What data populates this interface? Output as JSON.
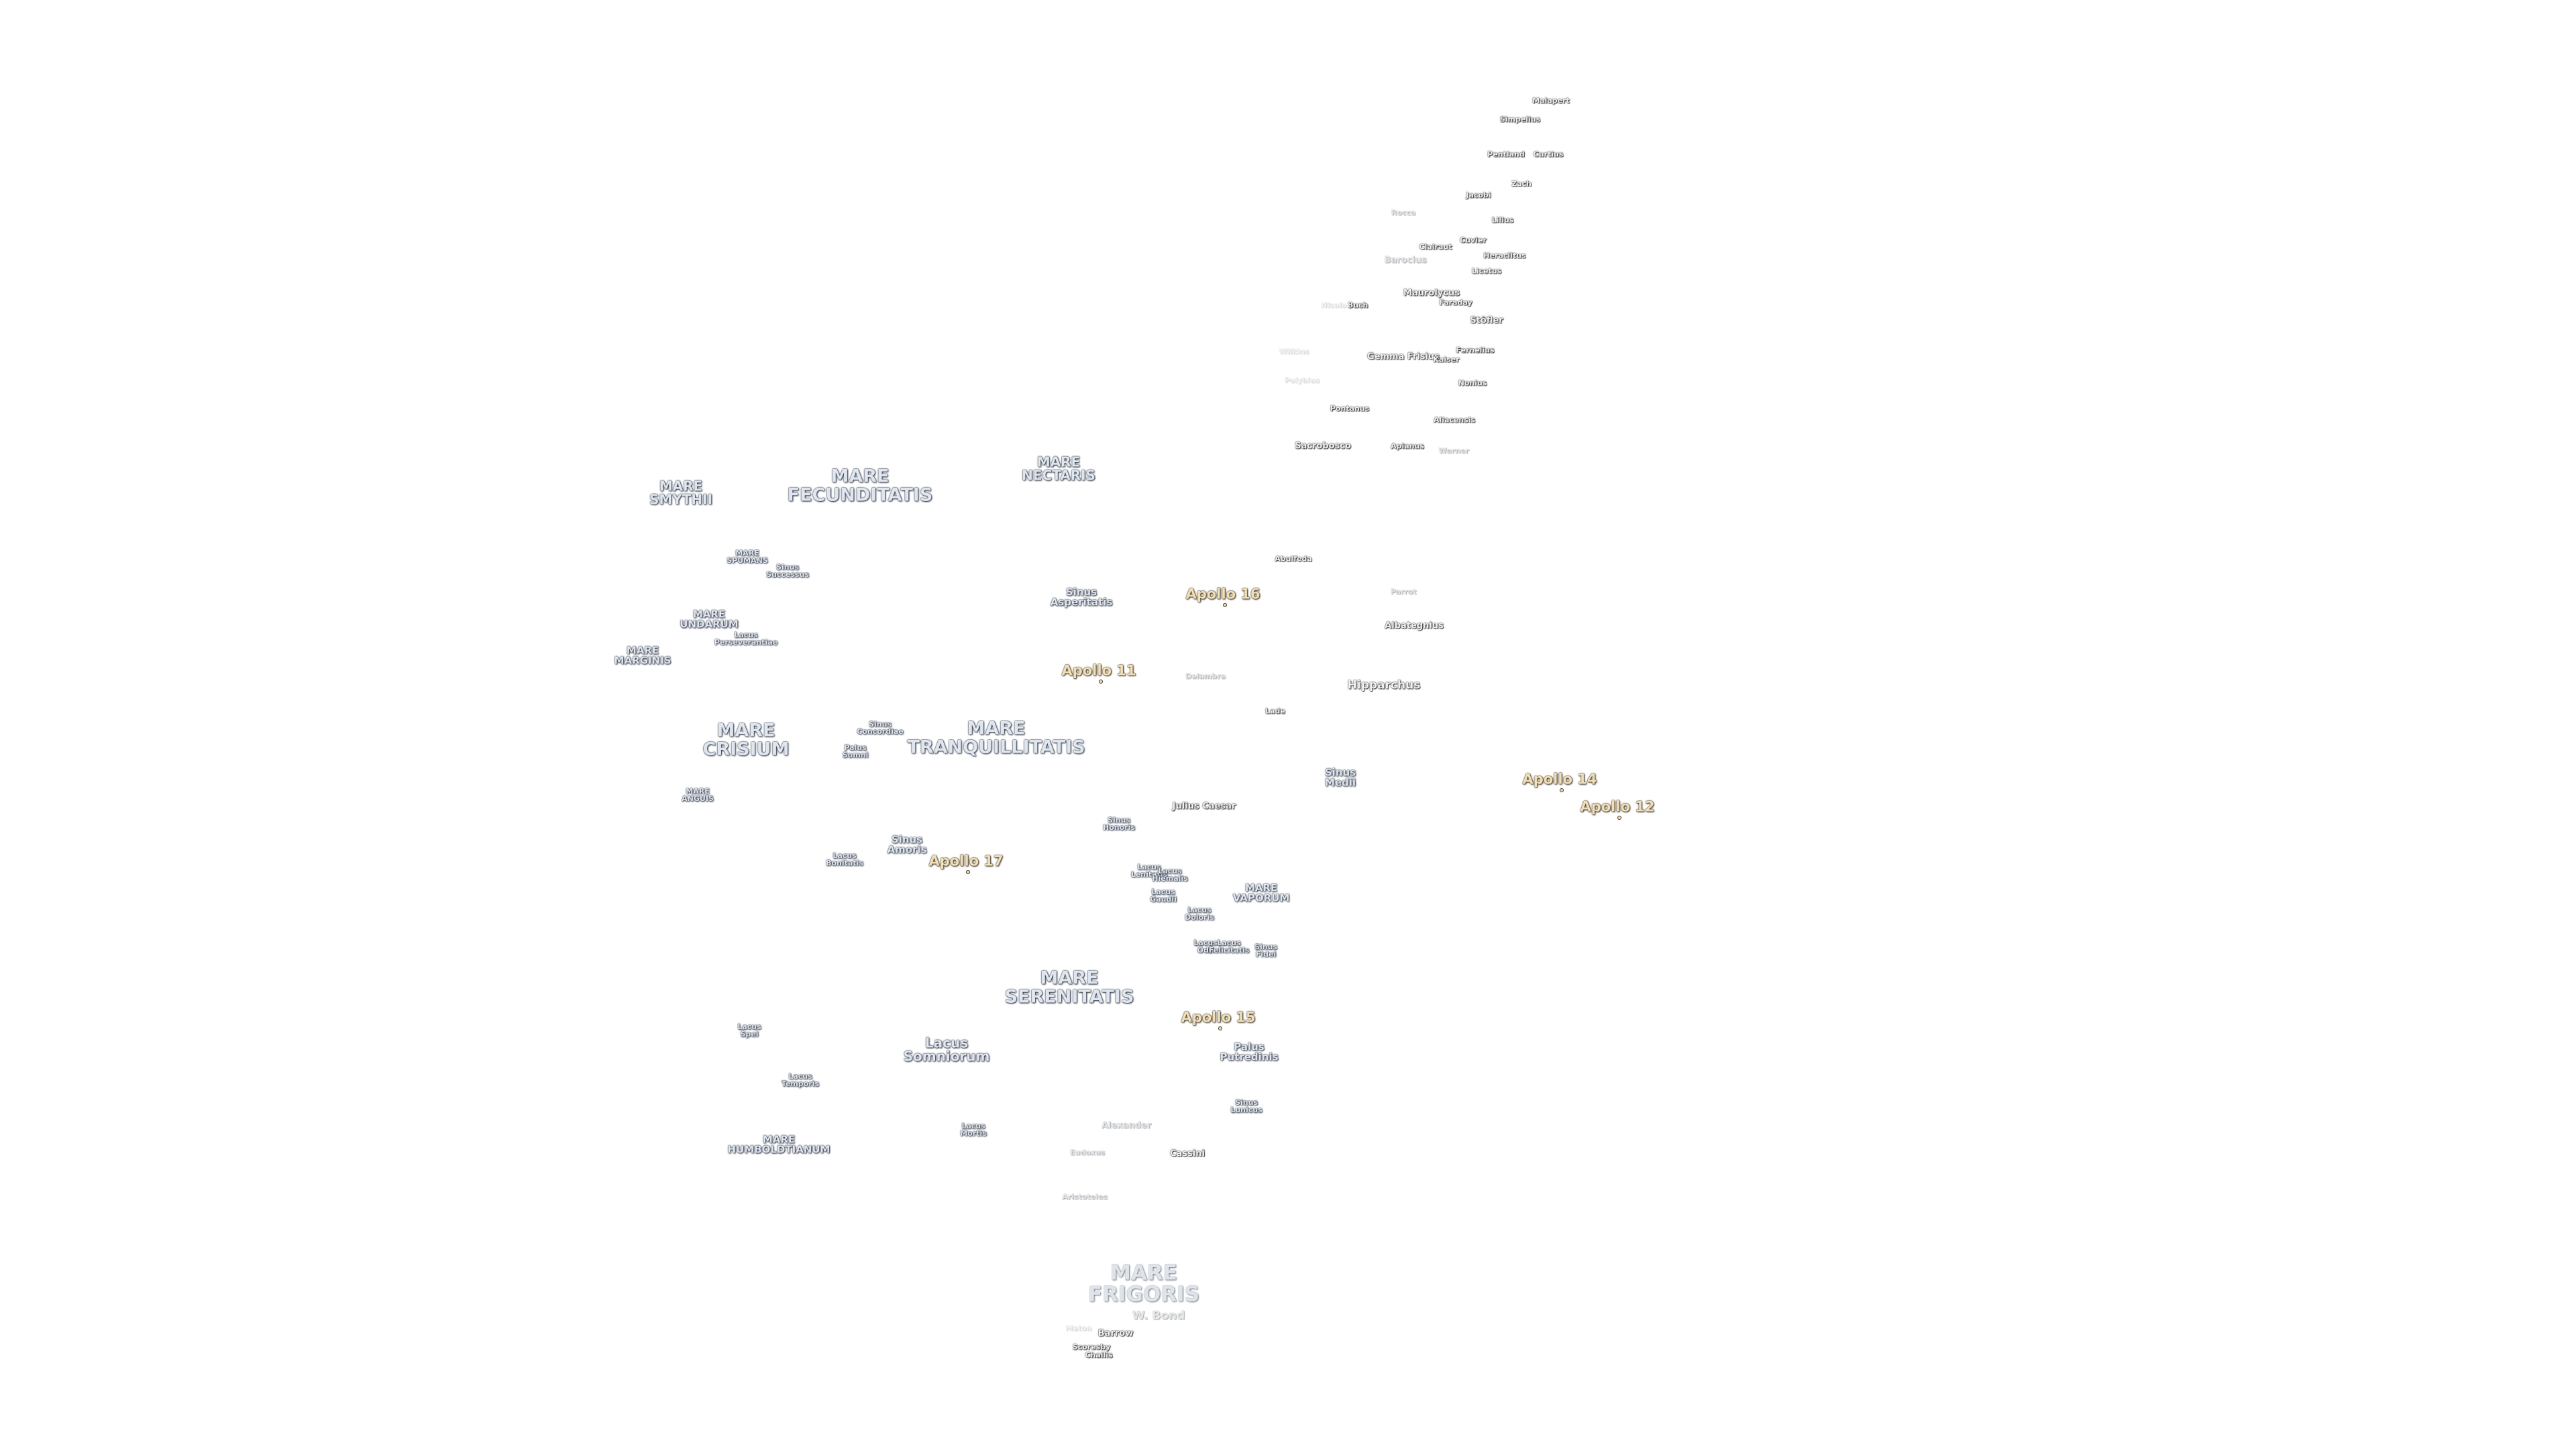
{
  "map": {
    "maria": [
      {
        "id": "mare-smythii",
        "text": "MARE\nSMYTHII",
        "size": "med"
      },
      {
        "id": "mare-fecunditatis",
        "text": "MARE\nFECUNDITATIS",
        "size": "big"
      },
      {
        "id": "mare-nectaris",
        "text": "MARE\nNECTARIS",
        "size": "med"
      },
      {
        "id": "mare-spumans",
        "text": "MARE\nSPUMANS",
        "size": "xs"
      },
      {
        "id": "sinus-successus",
        "text": "Sinus\nSuccessus",
        "size": "xs"
      },
      {
        "id": "mare-undarum",
        "text": "MARE\nUNDARUM",
        "size": "sm"
      },
      {
        "id": "lacus-perseverantiae",
        "text": "Lacus\nPerseverantiae",
        "size": "xs"
      },
      {
        "id": "mare-marginis",
        "text": "MARE\nMARGINIS",
        "size": "sm"
      },
      {
        "id": "sinus-asperitatis",
        "text": "Sinus\nAsperitatis",
        "size": "sm"
      },
      {
        "id": "mare-crisium",
        "text": "MARE\nCRISIUM",
        "size": "big"
      },
      {
        "id": "sinus-concordiae",
        "text": "Sinus\nConcordiae",
        "size": "xs"
      },
      {
        "id": "palus-somni",
        "text": "Palus\nSomni",
        "size": "xs"
      },
      {
        "id": "mare-tranquillitatis",
        "text": "MARE\nTRANQUILLITATIS",
        "size": "big"
      },
      {
        "id": "sinus-medii",
        "text": "Sinus\nMedii",
        "size": "sm"
      },
      {
        "id": "mare-anguis",
        "text": "MARE\nANGUIS",
        "size": "xs"
      },
      {
        "id": "sinus-honoris",
        "text": "Sinus\nHonoris",
        "size": "xs"
      },
      {
        "id": "sinus-amoris",
        "text": "Sinus\nAmoris",
        "size": "sm"
      },
      {
        "id": "lacus-bonitatis",
        "text": "Lacus\nBonitatis",
        "size": "xs"
      },
      {
        "id": "lacus-lenitatis",
        "text": "Lacus\nLenitatis",
        "size": "xs"
      },
      {
        "id": "lacus-hiemalis",
        "text": "Lacus\nHiemalis",
        "size": "xs"
      },
      {
        "id": "lacus-gaudii",
        "text": "Lacus\nGaudii",
        "size": "xs"
      },
      {
        "id": "mare-vaporum",
        "text": "MARE\nVAPORUM",
        "size": "sm"
      },
      {
        "id": "lacus-doloris",
        "text": "Lacus\nDoloris",
        "size": "xs"
      },
      {
        "id": "lacus-odii",
        "text": "Lacus\nOdii",
        "size": "xs"
      },
      {
        "id": "lacus-felicitatis",
        "text": "Lacus\nFelicitatis",
        "size": "xs"
      },
      {
        "id": "sinus-fidei",
        "text": "Sinus\nFidei",
        "size": "xs"
      },
      {
        "id": "mare-serenitatis",
        "text": "MARE\nSERENITATIS",
        "size": "big"
      },
      {
        "id": "lacus-spei",
        "text": "Lacus\nSpei",
        "size": "xs"
      },
      {
        "id": "lacus-somniorum",
        "text": "Lacus\nSomniorum",
        "size": "med"
      },
      {
        "id": "palus-putredinis",
        "text": "Palus\nPutredinis",
        "size": "sm"
      },
      {
        "id": "lacus-temporis",
        "text": "Lacus\nTemporis",
        "size": "xs"
      },
      {
        "id": "sinus-lunicus",
        "text": "Sinus\nLunicus",
        "size": "xs"
      },
      {
        "id": "lacus-mortis",
        "text": "Lacus\nMortis",
        "size": "xs"
      },
      {
        "id": "mare-humboldtianum",
        "text": "MARE\nHUMBOLDTIANUM",
        "size": "sm"
      }
    ],
    "mare_frigoris": {
      "text": "MARE\nFRIGORIS"
    },
    "craters": [
      {
        "id": "malapert",
        "text": "Malapert",
        "style": "sm"
      },
      {
        "id": "simpelius",
        "text": "Simpelius",
        "style": "sm"
      },
      {
        "id": "pentland",
        "text": "Pentland",
        "style": "sm"
      },
      {
        "id": "curtius",
        "text": "Curtius",
        "style": "sm"
      },
      {
        "id": "zach",
        "text": "Zach",
        "style": "sm"
      },
      {
        "id": "jacobi",
        "text": "Jacobi",
        "style": "sm"
      },
      {
        "id": "lilius",
        "text": "Lilius",
        "style": "sm"
      },
      {
        "id": "cuvier",
        "text": "Cuvier",
        "style": "sm"
      },
      {
        "id": "clairaut",
        "text": "Clairaut",
        "style": "sm"
      },
      {
        "id": "heraclitus",
        "text": "Heraclitus",
        "style": "sm"
      },
      {
        "id": "licetus",
        "text": "Licetus",
        "style": "sm"
      },
      {
        "id": "maurolycus",
        "text": "Maurolycus",
        "style": "normal"
      },
      {
        "id": "faraday",
        "text": "Faraday",
        "style": "sm"
      },
      {
        "id": "stofler",
        "text": "Stöfler",
        "style": "normal"
      },
      {
        "id": "fernelius",
        "text": "Fernelius",
        "style": "sm"
      },
      {
        "id": "nonius",
        "text": "Nonius",
        "style": "sm"
      },
      {
        "id": "buch",
        "text": "Buch",
        "style": "sm"
      },
      {
        "id": "gemma-frisius",
        "text": "Gemma Frisius",
        "style": "normal"
      },
      {
        "id": "kaiser",
        "text": "Kaiser",
        "style": "sm"
      },
      {
        "id": "pontanus",
        "text": "Pontanus",
        "style": "sm"
      },
      {
        "id": "aliacensis",
        "text": "Aliacensis",
        "style": "sm"
      },
      {
        "id": "sacrobosco",
        "text": "Sacrobosco",
        "style": "normal"
      },
      {
        "id": "apianus",
        "text": "Apianus",
        "style": "sm"
      },
      {
        "id": "werner",
        "text": "Werner",
        "style": "sm"
      },
      {
        "id": "abulfeda",
        "text": "Abulfeda",
        "style": "sm"
      },
      {
        "id": "albategnius",
        "text": "Albategnius",
        "style": "normal"
      },
      {
        "id": "hipparchus",
        "text": "Hipparchus",
        "style": "lg"
      },
      {
        "id": "lade",
        "text": "Lade",
        "style": "sm"
      },
      {
        "id": "julius-caesar",
        "text": "Julius Caesar",
        "style": "normal"
      },
      {
        "id": "cassini",
        "text": "Cassini",
        "style": "normal"
      },
      {
        "id": "barrow",
        "text": "Barrow",
        "style": "normal"
      },
      {
        "id": "scoresby",
        "text": "Scoresby",
        "style": "sm"
      },
      {
        "id": "challis",
        "text": "Challis",
        "style": "sm"
      }
    ],
    "faded_craters": [
      {
        "id": "rosenberger",
        "text": "Rocca",
        "level": 1
      },
      {
        "id": "barocius",
        "text": "Barocius",
        "level": 1
      },
      {
        "id": "nicolai",
        "text": "Nicolai",
        "level": 2
      },
      {
        "id": "wilkins",
        "text": "Wilkins",
        "level": 2
      },
      {
        "id": "polybius",
        "text": "Polybius",
        "level": 2
      },
      {
        "id": "parrot",
        "text": "Parrot",
        "level": 1
      },
      {
        "id": "delambre",
        "text": "Delambre",
        "level": 1
      },
      {
        "id": "alexander",
        "text": "Alexander",
        "level": 1
      },
      {
        "id": "eudoxus",
        "text": "Eudoxus",
        "level": 1
      },
      {
        "id": "aristoteles",
        "text": "Aristoteles",
        "level": 1
      },
      {
        "id": "w-bond",
        "text": "W. Bond",
        "level": 1
      },
      {
        "id": "meton",
        "text": "Meton",
        "level": 2
      }
    ],
    "apollo_sites": [
      {
        "id": "apollo-16",
        "text": "Apollo 16"
      },
      {
        "id": "apollo-11",
        "text": "Apollo 11"
      },
      {
        "id": "apollo-14",
        "text": "Apollo 14"
      },
      {
        "id": "apollo-12",
        "text": "Apollo 12"
      },
      {
        "id": "apollo-17",
        "text": "Apollo 17"
      },
      {
        "id": "apollo-15",
        "text": "Apollo 15"
      }
    ]
  }
}
